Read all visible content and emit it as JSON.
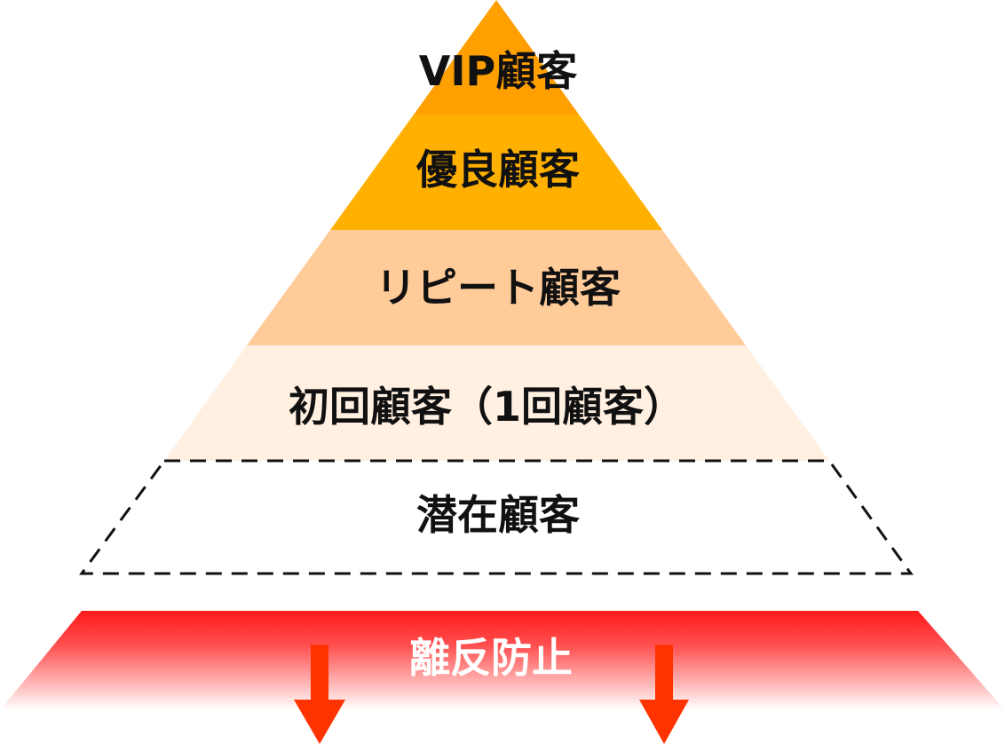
{
  "pyramid": {
    "tiers": [
      {
        "label": "VIP顧客",
        "color": "#FF9F00"
      },
      {
        "label": "優良顧客",
        "color": "#FFB000"
      },
      {
        "label": "リピート顧客",
        "color": "#FFCB99"
      },
      {
        "label": "初回顧客（1回顧客）",
        "color": "#FFF0E1"
      }
    ],
    "potential": {
      "label": "潜在顧客"
    }
  },
  "retention_band": {
    "label": "離反防止",
    "color_top": "#FF1A1A",
    "color_bottom": "#FFFFFF",
    "arrow_color": "#FF3300"
  }
}
